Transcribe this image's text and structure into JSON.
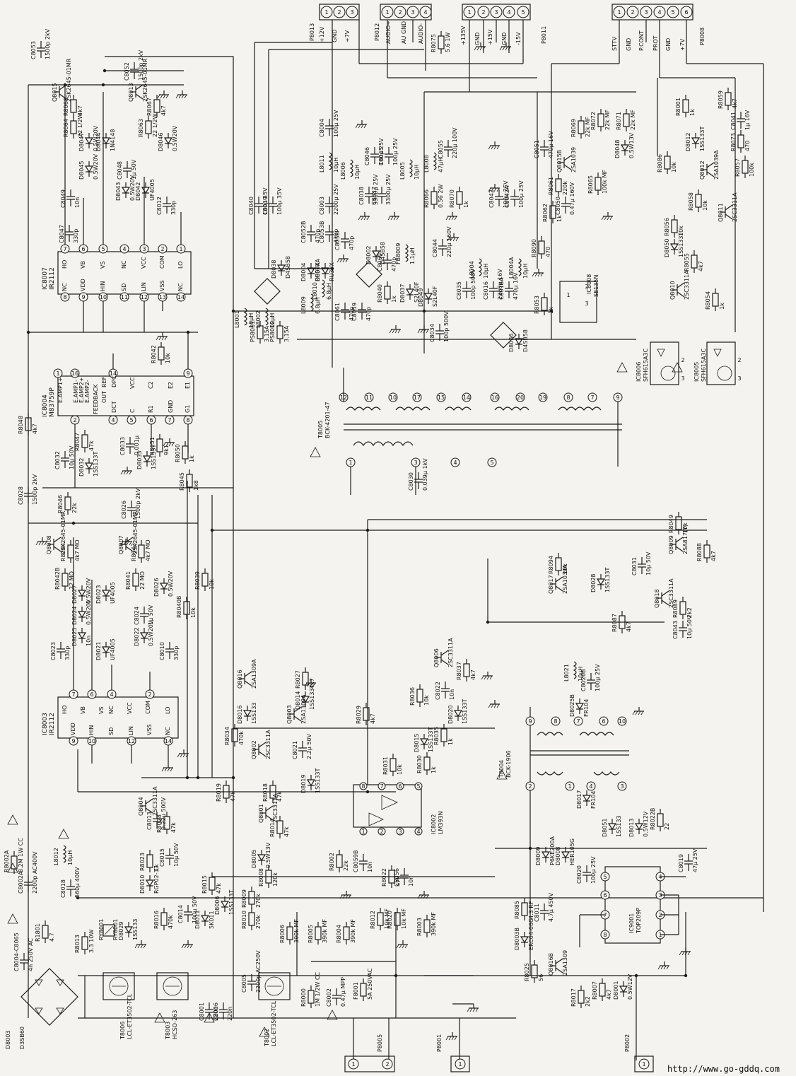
{
  "watermark": "http://www.go-gddq.com",
  "connectors": {
    "P8013": {
      "label": "P8013",
      "pins": [
        "+12V",
        "GND",
        "+7V"
      ]
    },
    "P8012": {
      "label": "P8012",
      "pins": [
        "AUDIO+",
        "AU GND",
        "AUDIO-"
      ]
    },
    "P8011": {
      "label": "P8011",
      "pins": [
        "+135V",
        "GND",
        "+15V",
        "GND",
        "-15V"
      ]
    },
    "P8008": {
      "label": "P8008",
      "pins": [
        "STTV",
        "GND",
        "P.CONT",
        "PROT",
        "GND",
        "+7V"
      ]
    },
    "P8005": {
      "label": "P8005"
    },
    "P8001": {
      "label": "P8001"
    },
    "P8002": {
      "label": "P8002"
    }
  },
  "ics": {
    "ic8007": {
      "ref": "IC8007",
      "part": "IR2112",
      "top_pins": [
        "HO",
        "VB",
        "VS",
        "NC",
        "VCC",
        "COM",
        "LO"
      ],
      "bot_pins": [
        "NC",
        "VDD",
        "HIN",
        "SD",
        "LIN",
        "VSS",
        "NC"
      ]
    },
    "ic8003": {
      "ref": "IC8003",
      "part": "IR2112",
      "top_pins": [
        "HO",
        "VB",
        "VS",
        "NC",
        "VCC",
        "COM",
        "LO"
      ],
      "bot_pins": [
        "NC",
        "VDD",
        "HIN",
        "SD",
        "LIN",
        "VSS",
        "NC"
      ]
    },
    "ic8004": {
      "ref": "IC8004",
      "part": "M83759P",
      "top_pins": [
        "E.AMP1+",
        "E.AMP2+",
        "E.AMP1-",
        "E.AMP2-",
        "FEEDBACK",
        "OUT",
        "REF",
        "DPC",
        "VCC",
        "C2",
        "E2",
        "E1"
      ],
      "bot_pins": [
        "DCT",
        "C",
        "R1",
        "GND",
        "G1"
      ]
    },
    "ic8002": {
      "ref": "IC8002",
      "part": "LM393N"
    },
    "ic9001": {
      "ref": "IC9001",
      "part": "TOP209P"
    },
    "ic8008": {
      "ref": "IC8008",
      "part": "SE135N"
    },
    "ic8005": {
      "ref": "IC8005",
      "part": "SFH615A3C"
    },
    "ic8006": {
      "ref": "IC8006",
      "part": "SFH615A3C"
    }
  },
  "transformers": {
    "t8005": {
      "ref": "T8005",
      "part": "BCK-4201-47"
    },
    "t8004": {
      "ref": "T8004",
      "part": "BCK-1906"
    },
    "t8006": {
      "ref": "T8006",
      "part": "LCL-ET3502-TCL"
    },
    "t8003": {
      "ref": "T8003",
      "part": "HCSO-263"
    },
    "t8002": {
      "ref": "T8002",
      "part": "LCL-ET3502-TCL"
    }
  },
  "parts": [
    {
      "ref": "C8053",
      "val": "1500p 2kV"
    },
    {
      "ref": "C8052",
      "val": "1500p 2kV"
    },
    {
      "ref": "Q8015",
      "val": "2SK2645-01MR"
    },
    {
      "ref": "Q8013",
      "val": "2SK2645-01MR"
    },
    {
      "ref": "R8068",
      "val": "4k7"
    },
    {
      "ref": "R8067",
      "val": "4k7"
    },
    {
      "ref": "R8064",
      "val": "22 1/2W"
    },
    {
      "ref": "R8063",
      "val": "22 1/2W"
    },
    {
      "ref": "D8047",
      "val": "0.5W20V"
    },
    {
      "ref": "D8044",
      "val": "1N4148"
    },
    {
      "ref": "D8046",
      "val": "0.5W20V"
    },
    {
      "ref": "D8045",
      "val": "0.5W20V"
    },
    {
      "ref": "D8043",
      "val": "0.5W20V"
    },
    {
      "ref": "D8042",
      "val": "UF4005"
    },
    {
      "ref": "C8048",
      "val": "1µ 50V"
    },
    {
      "ref": "C8049",
      "val": "10n"
    },
    {
      "ref": "C8012",
      "val": "330p"
    },
    {
      "ref": "C8047",
      "val": "330p"
    },
    {
      "ref": "C8040",
      "val": "100µ 35V"
    },
    {
      "ref": "C8039",
      "val": "100µ 35V"
    },
    {
      "ref": "C8004",
      "val": "100µ 25V"
    },
    {
      "ref": "L8011",
      "val": "10µH"
    },
    {
      "ref": "L8006",
      "val": "10µH"
    },
    {
      "ref": "C8046",
      "val": "100µ 25V"
    },
    {
      "ref": "C8045",
      "val": "100µ 25V"
    },
    {
      "ref": "L8005",
      "val": "10µH"
    },
    {
      "ref": "L8008",
      "val": "47µH"
    },
    {
      "ref": "C8055",
      "val": "220µ 100V"
    },
    {
      "ref": "R8066",
      "val": "0.56 2W"
    },
    {
      "ref": "R8070",
      "val": "1k"
    },
    {
      "ref": "C8003",
      "val": "2200µ 25V"
    },
    {
      "ref": "C8038",
      "val": "3300µ 25V"
    },
    {
      "ref": "C8037",
      "val": "3300µ 25V"
    },
    {
      "ref": "C8042",
      "val": "100µ 25V"
    },
    {
      "ref": "C8042A",
      "val": "100µ 25V"
    },
    {
      "ref": "R8075",
      "val": "5.6 1W"
    },
    {
      "ref": "R8072",
      "val": "22k MF"
    },
    {
      "ref": "R8071",
      "val": "22k MF"
    },
    {
      "ref": "R8069",
      "val": "22k MF"
    },
    {
      "ref": "C8051",
      "val": "470µ 16V"
    },
    {
      "ref": "Q8015B",
      "val": "2SA1039"
    },
    {
      "ref": "D8048",
      "val": "0.5W13V"
    },
    {
      "ref": "R8061",
      "val": "220k"
    },
    {
      "ref": "R8065",
      "val": "100k MF"
    },
    {
      "ref": "R8001",
      "val": "1k"
    },
    {
      "ref": "D8012",
      "val": "1SS133T"
    },
    {
      "ref": "R8059",
      "val": "4k7"
    },
    {
      "ref": "C8041",
      "val": "1µ 16V"
    },
    {
      "ref": "R8073",
      "val": "470"
    },
    {
      "ref": "R8086",
      "val": "10k"
    },
    {
      "ref": "Q8012",
      "val": "2SA1039A"
    },
    {
      "ref": "R8057",
      "val": "100k"
    },
    {
      "ref": "R8058",
      "val": "10k"
    },
    {
      "ref": "Q8011",
      "val": "2SC3311A"
    },
    {
      "ref": "R8056",
      "val": "10k"
    },
    {
      "ref": "D8050",
      "val": "1SS133T"
    },
    {
      "ref": "R8055",
      "val": "4k7"
    },
    {
      "ref": "Q8010",
      "val": "2SC3311A"
    },
    {
      "ref": "R8054",
      "val": "1k"
    },
    {
      "ref": "R8053",
      "val": "1k"
    },
    {
      "ref": "R8062",
      "val": "1k"
    },
    {
      "ref": "C8050",
      "val": "0.47µ 160V"
    },
    {
      "ref": "R8090",
      "val": "470"
    },
    {
      "ref": "C8052B",
      "val": "470p"
    },
    {
      "ref": "C8053B",
      "val": "470p"
    },
    {
      "ref": "D8002",
      "val": "D4SB58"
    },
    {
      "ref": "D8038",
      "val": "D4SB58"
    },
    {
      "ref": "C8058",
      "val": "470p"
    },
    {
      "ref": "D8004",
      "val": "RU3YX"
    },
    {
      "ref": "D8004A",
      "val": "RU3YX"
    },
    {
      "ref": "FB8009",
      "val": "1.1µH"
    },
    {
      "ref": "C8044",
      "val": "220µ 160V"
    },
    {
      "ref": "L8004",
      "val": "10µH"
    },
    {
      "ref": "L8004A",
      "val": "10µH"
    },
    {
      "ref": "C8060",
      "val": "470p"
    },
    {
      "ref": "R8040",
      "val": "1k"
    },
    {
      "ref": "D8037",
      "val": "S2L40F"
    },
    {
      "ref": "D8049",
      "val": "S2L40F"
    },
    {
      "ref": "C8035",
      "val": "100p 500V"
    },
    {
      "ref": "C8016",
      "val": "2200µ 16V"
    },
    {
      "ref": "C8016A",
      "val": "470µ 16V"
    },
    {
      "ref": "L8009",
      "val": "6.8µH"
    },
    {
      "ref": "L8010",
      "val": "6.8µH"
    },
    {
      "ref": "C8061",
      "val": "470p"
    },
    {
      "ref": "C8059",
      "val": "470p"
    },
    {
      "ref": "C8034",
      "val": "100p 500V"
    },
    {
      "ref": "D8036",
      "val": "D4SB58"
    },
    {
      "ref": "L8001",
      "val": "10µH"
    },
    {
      "ref": "L8002",
      "val": "10µH"
    },
    {
      "ref": "PS8001",
      "val": "3.15A"
    },
    {
      "ref": "PS8002",
      "val": "3.15A"
    },
    {
      "ref": "R8048",
      "val": "4k7"
    },
    {
      "ref": "R8047",
      "val": "47k"
    },
    {
      "ref": "C8032",
      "val": "10µ 50V"
    },
    {
      "ref": "C8033",
      "val": "0.001µ"
    },
    {
      "ref": "R8051",
      "val": "9k1"
    },
    {
      "ref": "R8050",
      "val": "1k"
    },
    {
      "ref": "D8033",
      "val": "1SS133T"
    },
    {
      "ref": "D8032",
      "val": "1SS133T"
    },
    {
      "ref": "R8045",
      "val": "1k8"
    },
    {
      "ref": "R8042",
      "val": "10k"
    },
    {
      "ref": "C8030",
      "val": "0.039µ 1kV"
    },
    {
      "ref": "C8028",
      "val": "1500p 2kV"
    },
    {
      "ref": "R8046",
      "val": "22k"
    },
    {
      "ref": "C8026",
      "val": "1500p 2kV"
    },
    {
      "ref": "Q8008",
      "val": "2SK2645-01MR"
    },
    {
      "ref": "Q8007",
      "val": "2SK2645-01MR"
    },
    {
      "ref": "R8044",
      "val": "4k7 MO"
    },
    {
      "ref": "R8043",
      "val": "4k7 MO"
    },
    {
      "ref": "R8042B",
      "val": "22 MO"
    },
    {
      "ref": "R8041",
      "val": "22 MO"
    },
    {
      "ref": "D8027",
      "val": "0.5W20V"
    },
    {
      "ref": "D8023",
      "val": "UF4005"
    },
    {
      "ref": "D8026",
      "val": "0.5W20V"
    },
    {
      "ref": "D8024",
      "val": "0.5W20V"
    },
    {
      "ref": "D8025",
      "val": "10n"
    },
    {
      "ref": "C8024",
      "val": "1µ 50V"
    },
    {
      "ref": "D8022",
      "val": "0.5W20V"
    },
    {
      "ref": "D8021",
      "val": "UF4005"
    },
    {
      "ref": "C8023",
      "val": "330p"
    },
    {
      "ref": "C8010",
      "val": "330p"
    },
    {
      "ref": "R8039",
      "val": "10k"
    },
    {
      "ref": "R8040B",
      "val": "10k"
    },
    {
      "ref": "R8049",
      "val": "10k"
    },
    {
      "ref": "Q8009",
      "val": "2SA817(Y)"
    },
    {
      "ref": "R8094",
      "val": "10k"
    },
    {
      "ref": "D8028",
      "val": "1SS133T"
    },
    {
      "ref": "C8031",
      "val": "10µ 50V"
    },
    {
      "ref": "R8088",
      "val": "4k7"
    },
    {
      "ref": "Q8017",
      "val": "2SA1039A"
    },
    {
      "ref": "Q8018",
      "val": "2SC3311A"
    },
    {
      "ref": "R8089",
      "val": "2k2"
    },
    {
      "ref": "R8087",
      "val": "4k7"
    },
    {
      "ref": "C8043",
      "val": "10µ 50V"
    },
    {
      "ref": "Q8016",
      "val": "2SA1309A"
    },
    {
      "ref": "D8016",
      "val": "1SS133"
    },
    {
      "ref": "R8027",
      "val": "4k7"
    },
    {
      "ref": "Q8003",
      "val": "2SA1309A"
    },
    {
      "ref": "D8014",
      "val": "1SS133T"
    },
    {
      "ref": "Q8006",
      "val": "2SC3311A"
    },
    {
      "ref": "R8037",
      "val": "4k7"
    },
    {
      "ref": "R8036",
      "val": "10k"
    },
    {
      "ref": "C8022",
      "val": "10n"
    },
    {
      "ref": "D8020",
      "val": "1SS133T"
    },
    {
      "ref": "L8021",
      "val": "10µH"
    },
    {
      "ref": "C8026B",
      "val": "100µ 25V"
    },
    {
      "ref": "D8025B",
      "val": "FR104"
    },
    {
      "ref": "R8034",
      "val": "470k"
    },
    {
      "ref": "Q8002",
      "val": "2SC3311A"
    },
    {
      "ref": "C8021",
      "val": "2.2µ 50V"
    },
    {
      "ref": "R8029",
      "val": "4k7"
    },
    {
      "ref": "D8015",
      "val": "1SS133T"
    },
    {
      "ref": "R8035",
      "val": "1k"
    },
    {
      "ref": "R8031",
      "val": "10k"
    },
    {
      "ref": "R8030",
      "val": "1k"
    },
    {
      "ref": "R8019",
      "val": "47k"
    },
    {
      "ref": "R8018",
      "val": "47k"
    },
    {
      "ref": "D8019",
      "val": "1SS133T"
    },
    {
      "ref": "Q8001",
      "val": "2SC3311A"
    },
    {
      "ref": "R8014",
      "val": "47k"
    },
    {
      "ref": "C8013",
      "val": "0.22µ 500V"
    },
    {
      "ref": "Q8004",
      "val": "2SC3311A"
    },
    {
      "ref": "R8028",
      "val": "47k"
    },
    {
      "ref": "R8023",
      "val": "1k"
    },
    {
      "ref": "C8015",
      "val": "10µ 50V"
    },
    {
      "ref": "D8010",
      "val": "RGP02-17"
    },
    {
      "ref": "R8015",
      "val": "47k"
    },
    {
      "ref": "R8016",
      "val": "470k"
    },
    {
      "ref": "C8014",
      "val": "100µ 50V"
    },
    {
      "ref": "D8011",
      "val": "5K011"
    },
    {
      "ref": "D8006",
      "val": "1SS133T"
    },
    {
      "ref": "D8005",
      "val": "0.5W13V"
    },
    {
      "ref": "R8008",
      "val": "120k"
    },
    {
      "ref": "R8009",
      "val": "270k"
    },
    {
      "ref": "R8010",
      "val": "270k"
    },
    {
      "ref": "R8006",
      "val": "390k MF"
    },
    {
      "ref": "R8005",
      "val": "390k MF"
    },
    {
      "ref": "R8004",
      "val": "390k MF"
    },
    {
      "ref": "R8003",
      "val": "390k MF"
    },
    {
      "ref": "R8002",
      "val": "22k"
    },
    {
      "ref": "C8059B",
      "val": "10n"
    },
    {
      "ref": "R8022",
      "val": "47k"
    },
    {
      "ref": "C8056",
      "val": "10n"
    },
    {
      "ref": "R8012",
      "val": "10k MF"
    },
    {
      "ref": "R8020",
      "val": "10k MF"
    },
    {
      "ref": "R8002A",
      "val": "8.2M 1W CC"
    },
    {
      "ref": "L8012",
      "val": "10µH"
    },
    {
      "ref": "C8002A",
      "val": "2200p AC400V"
    },
    {
      "ref": "C8018",
      "val": "560µ 400V"
    },
    {
      "ref": "R1801",
      "val": "4.7"
    },
    {
      "ref": "R8013",
      "val": "3.3 10W"
    },
    {
      "ref": "RY8001",
      "val": "RY8001"
    },
    {
      "ref": "D8029",
      "val": "1SS133"
    },
    {
      "ref": "C8004-C8065",
      "val": "4n 250V AC"
    },
    {
      "ref": "D8003",
      "val": "D3SB60"
    },
    {
      "ref": "C8001",
      "val": "220n"
    },
    {
      "ref": "C8006",
      "val": "220n"
    },
    {
      "ref": "C8005",
      "val": "2200p AC250V"
    },
    {
      "ref": "R8000",
      "val": "1M 1/2W CC"
    },
    {
      "ref": "C8002",
      "val": "0.47µ MPP"
    },
    {
      "ref": "F8001",
      "val": "5A 250VAC"
    },
    {
      "ref": "D8017",
      "val": "FR104"
    },
    {
      "ref": "D8051",
      "val": "1SS133"
    },
    {
      "ref": "R8022B",
      "val": "22"
    },
    {
      "ref": "D8013",
      "val": "0.5W12V"
    },
    {
      "ref": "C8019",
      "val": "47µ 25V"
    },
    {
      "ref": "D8009",
      "val": "P6KE200A"
    },
    {
      "ref": "D8008",
      "val": "HER105G"
    },
    {
      "ref": "C8020",
      "val": "100µ 25V"
    },
    {
      "ref": "R8085",
      "val": "4.3 RF"
    },
    {
      "ref": "C8011",
      "val": "4.7µ 450V"
    },
    {
      "ref": "D8003B",
      "val": "ERC04-06G"
    },
    {
      "ref": "R8025",
      "val": "56"
    },
    {
      "ref": "Q8016B",
      "val": "2SA1309"
    },
    {
      "ref": "R8017",
      "val": "2k2"
    },
    {
      "ref": "R8007",
      "val": "4k7"
    },
    {
      "ref": "D8001",
      "val": "0.5W12V"
    }
  ]
}
